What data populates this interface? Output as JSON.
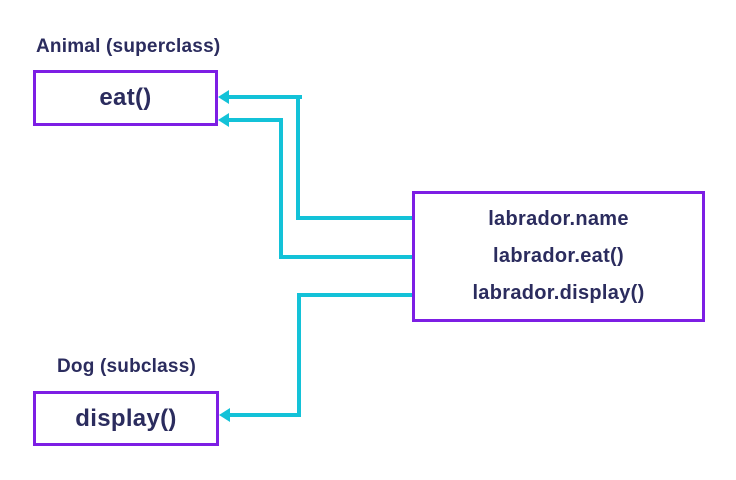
{
  "colors": {
    "box-border": "#7d1ee4",
    "arrow": "#13c2d8",
    "text": "#2b2c5e",
    "bg": "#ffffff"
  },
  "superclass": {
    "label": "Animal (superclass)",
    "method": "eat()"
  },
  "subclass": {
    "label": "Dog (subclass)",
    "method": "display()"
  },
  "object": {
    "lines": [
      "labrador.name",
      "labrador.eat()",
      "labrador.display()"
    ]
  },
  "arrows": [
    {
      "from": "labrador.name",
      "to": "Animal (superclass) box"
    },
    {
      "from": "labrador.eat()",
      "to": "Animal (superclass) box"
    },
    {
      "from": "labrador.display()",
      "to": "Dog (subclass) box"
    }
  ]
}
